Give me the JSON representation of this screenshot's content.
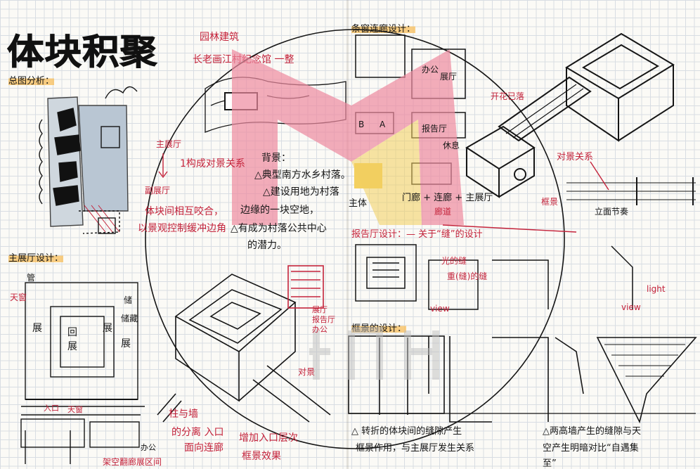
{
  "sheet": {
    "main_title": "体块积聚",
    "category": "园林建筑",
    "project": "长老画江村纪念馆 一整",
    "sections": {
      "site_analysis": "总图分析：",
      "main_hall": "主展厅设计：",
      "corridor": "条窗连廊设计：",
      "exhibition_hall_top": "报告厅设计：— 关于“缝”的设计",
      "framed_view": "框景的设计："
    },
    "left_notes": {
      "main_hall_label": "主展厅",
      "minor_hall_label": "副展厅",
      "important_relation": "1构成对景关系",
      "interweave_1": "体块间相互咬合，",
      "interweave_2": "以景观控制缓冲边角",
      "rooms": [
        "管",
        "天窗",
        "展",
        "展",
        "回",
        "展",
        "储",
        "储藏",
        "展"
      ],
      "bottom_labels": [
        "入口",
        "天窗",
        "办公",
        "架空翻廊展区间"
      ]
    },
    "background_notes": [
      "背景：",
      "△典型南方水乡村落。",
      "△建设用地为村落",
      "边缘的一块空地，",
      "△有成为村落公共中心",
      "的潜力。"
    ],
    "center_notes": {
      "wall_note_1": "柱与墙",
      "wall_note_2": "的分离 入口",
      "wall_note_3": "面向连廊",
      "entry_note_1": "增加入口层次",
      "entry_note_2": "框景效果",
      "opposite_view": "对景",
      "legend": [
        "展厅",
        "报告厅",
        "办公"
      ]
    },
    "right_notes": {
      "ab_labels": [
        "B",
        "A"
      ],
      "space_labels": [
        "办公",
        "展厅",
        "报告厅",
        "休息"
      ],
      "main_body": "主体",
      "formula": "门廊 + 连廊 + 主展厅",
      "corridor_label": "廊道",
      "keep_note": "开花已落",
      "pattern_note": "对景关系",
      "framing": "框景",
      "elevation": "立面节奏",
      "light_seam": "光的缝",
      "seam_note": "重(缝)的缝",
      "view": "view",
      "light": "light",
      "bottom_left_1": "△ 转折的体块间的缝隙产生",
      "bottom_left_2": "框景作用，与主展厅发生关系",
      "bottom_right_1": "△两高墙产生的缝隙与天",
      "bottom_right_2": "空产生明暗对比“自遇集",
      "bottom_right_3": "至”"
    },
    "colors": {
      "ink": "#141414",
      "red_pen": "#c4233b",
      "highlight": "#f8be5a",
      "watermark_pink": "#ee8aa0",
      "watermark_yellow": "#f3d060",
      "paper": "#fbfaf6",
      "grid": "#d8dde3"
    }
  }
}
